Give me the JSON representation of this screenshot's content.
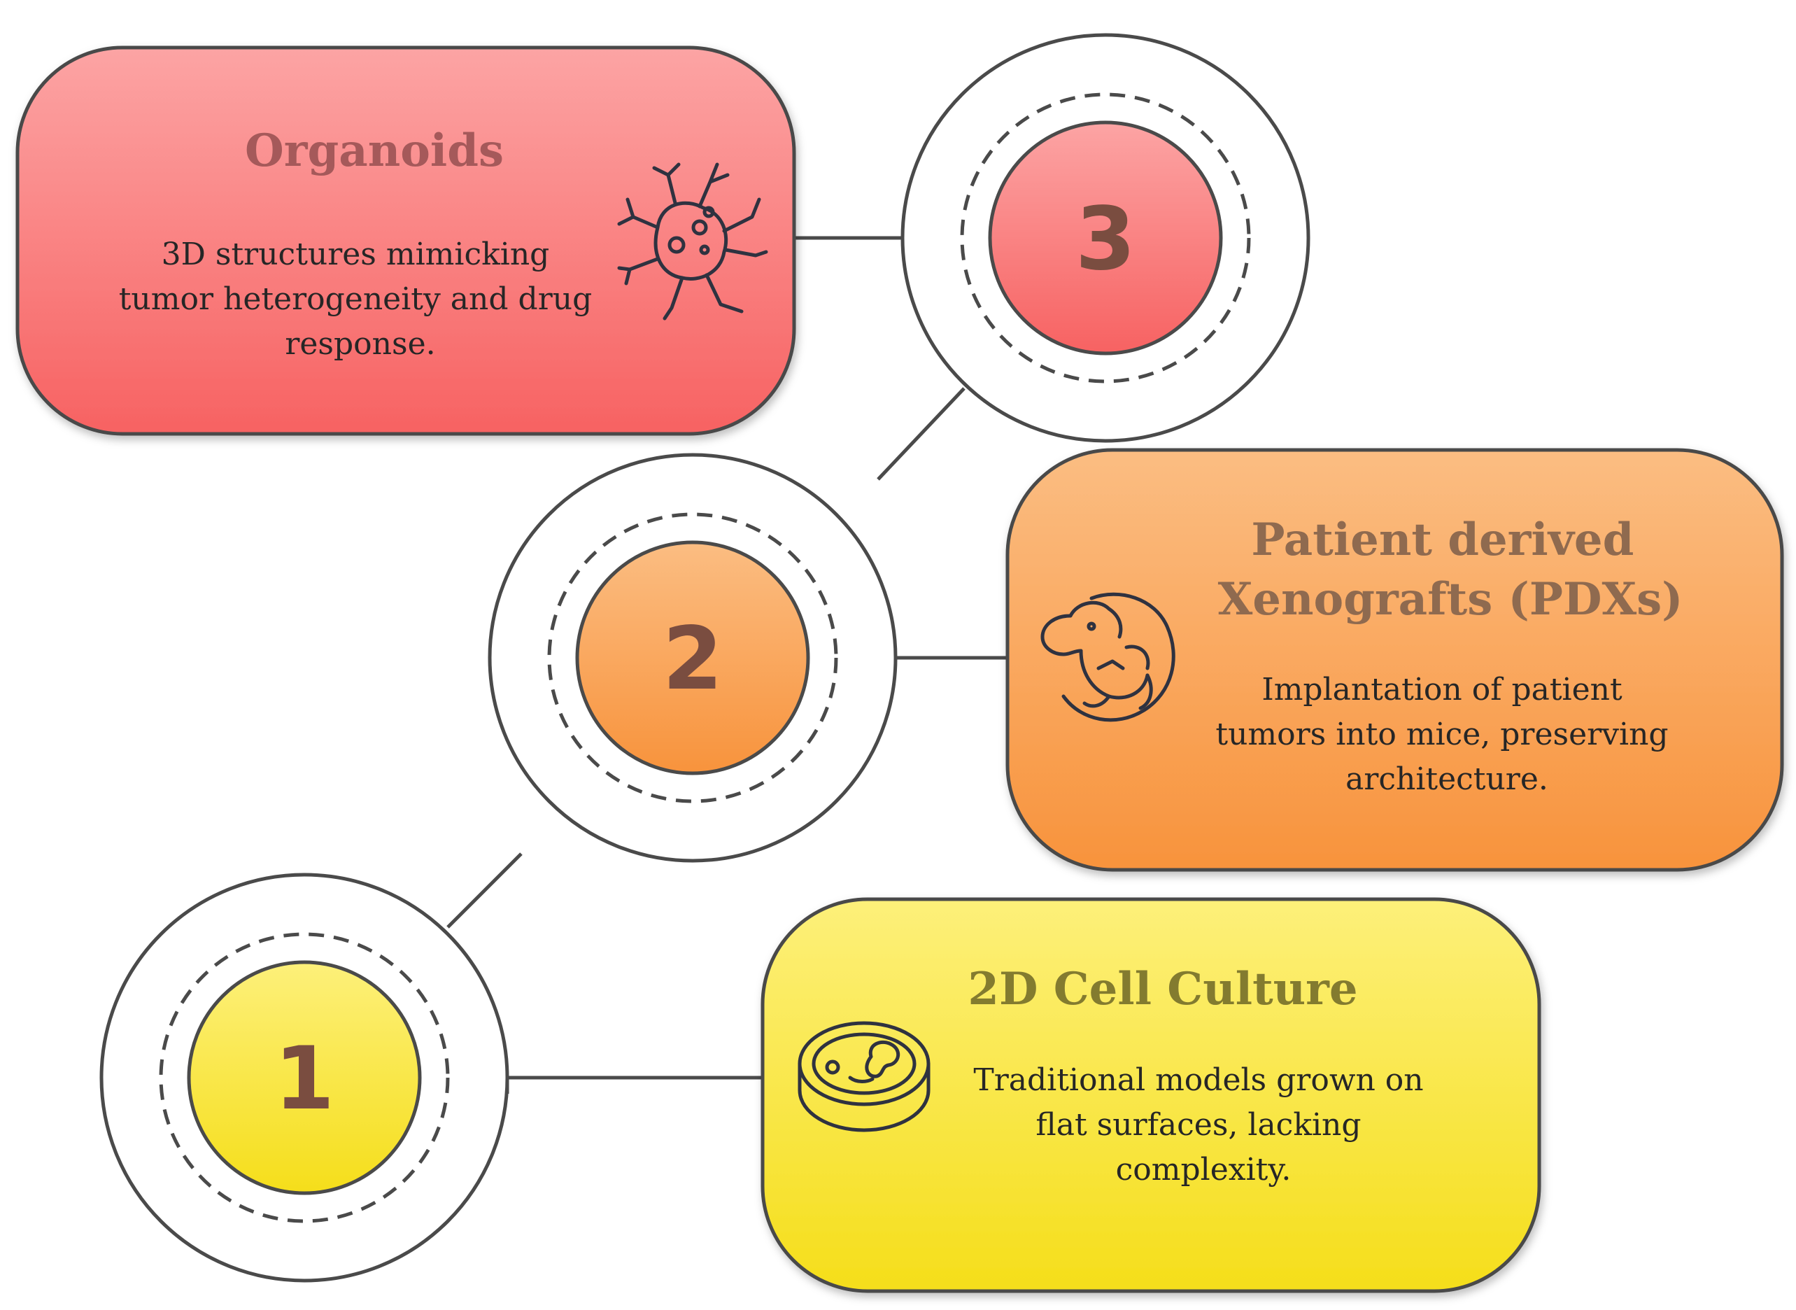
{
  "steps": [
    {
      "number": "1",
      "title": "2D Cell Culture",
      "description": [
        "Traditional models grown on",
        "flat surfaces, lacking",
        "complexity."
      ],
      "icon": "petri-dish-icon",
      "color_top": "#fdf07a",
      "color_bottom": "#f5de1a"
    },
    {
      "number": "2",
      "title": [
        "Patient derived",
        "Xenografts (PDXs)"
      ],
      "description": [
        "Implantation of patient",
        "tumors into mice, preserving",
        "architecture."
      ],
      "icon": "mouse-icon",
      "color_top": "#fbbd82",
      "color_bottom": "#f8933c"
    },
    {
      "number": "3",
      "title": "Organoids",
      "description": [
        "3D structures mimicking",
        "tumor heterogeneity and drug",
        "response."
      ],
      "icon": "organoid-cell-icon",
      "color_top": "#fca4a4",
      "color_bottom": "#f76262"
    }
  ]
}
